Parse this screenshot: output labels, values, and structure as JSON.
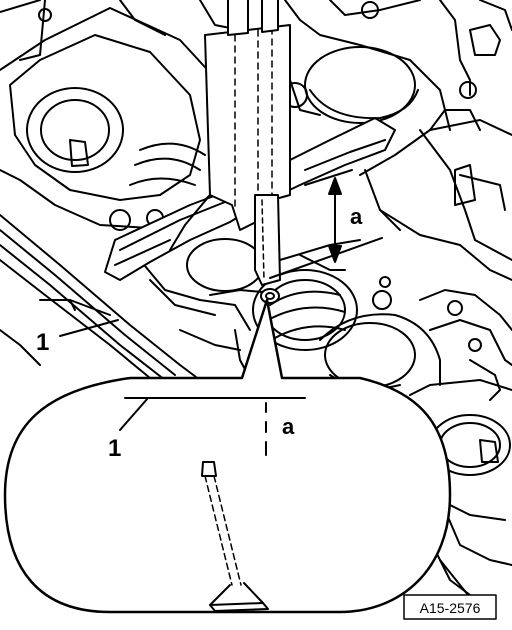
{
  "labels": {
    "callout_1_upper": "1",
    "dimension_a_upper": "a",
    "callout_1_lower": "1",
    "dimension_a_lower": "a"
  },
  "figure_code": "A15-2576"
}
